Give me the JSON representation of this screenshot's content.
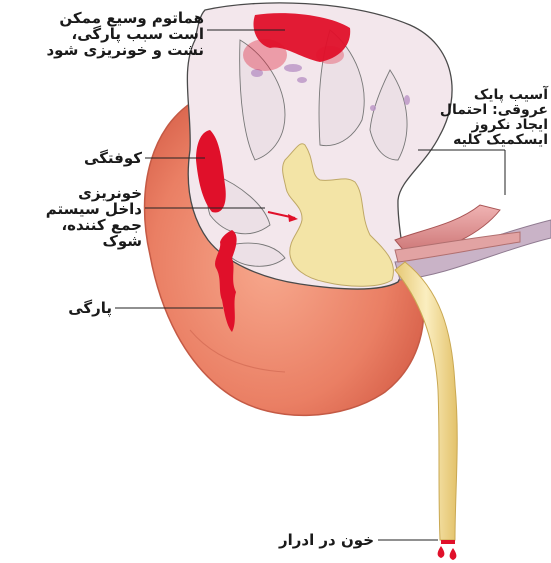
{
  "labels": {
    "hematoma": [
      "هماتوم وسیع ممکن",
      "است سبب پارگی،",
      "نشت و خونریزی شود"
    ],
    "vascular": [
      "آسیب پایک",
      "عروقی: احتمال",
      "ایجاد نکروز",
      "ایسکمیک کلیه"
    ],
    "contusion": "کوفتگی",
    "collecting": [
      "خونریزی",
      "داخل سیستم",
      "جمع کننده،",
      "شوک"
    ],
    "laceration": "پارگی",
    "urine": "خون در ادرار"
  },
  "colors": {
    "cortex": "#e8735a",
    "medulla": "#f1e6ea",
    "pelvis": "#f3e4a6",
    "blood": "#e0102a",
    "vessel": "#d98a8a",
    "ureter": "#f2dc95"
  },
  "icon_names": [
    "kidney-illustration",
    "blood-drops-icon"
  ]
}
